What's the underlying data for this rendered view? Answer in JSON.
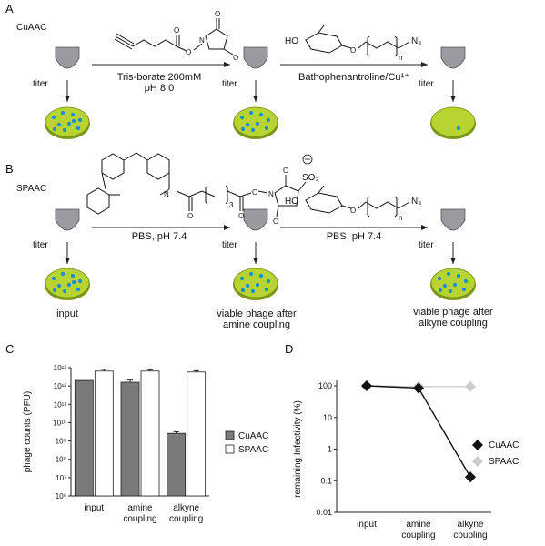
{
  "panels": {
    "A": {
      "letter": "A",
      "method": "CuAAC",
      "step1_reagent": "Tris-borate 200mM",
      "step1_ph": "pH 8.0",
      "step2_reagent": "Bathophenantroline/Cu¹⁺",
      "titer": "titer",
      "sugar_ho": "HO",
      "sugar_n": "n",
      "sugar_n3": "N₃",
      "nhs_o": "O",
      "nhs_n": "N"
    },
    "B": {
      "letter": "B",
      "method": "SPAAC",
      "step1_reagent": "PBS, pH 7.4",
      "step2_reagent": "PBS, pH 7.4",
      "titer": "titer",
      "caption_input": "input",
      "caption_amine_1": "viable phage after",
      "caption_amine_2": "amine coupling",
      "caption_alkyne_1": "viable phage after",
      "caption_alkyne_2": "alkyne coupling",
      "so3": "SO₃",
      "sub3": "3",
      "sugar_ho": "HO",
      "sugar_n": "n",
      "sugar_n3": "N₃",
      "o": "O",
      "n": "N"
    },
    "C": {
      "letter": "C"
    },
    "D": {
      "letter": "D"
    }
  },
  "colors": {
    "plate_fill": "#b8d432",
    "colony": "#1a8fd0",
    "tube": "#9a9aa0",
    "cuaac_bar": "#7a7a7a",
    "spaac_bar": "#ffffff",
    "cuaac_line": "#111111",
    "spaac_line": "#cccccc"
  },
  "chart_data": [
    {
      "type": "bar",
      "panel": "C",
      "categories": [
        "input",
        "amine\ncoupling",
        "alkyne\ncoupling"
      ],
      "category_lines": [
        [
          "input"
        ],
        [
          "amine",
          "coupling"
        ],
        [
          "alkyne",
          "coupling"
        ]
      ],
      "ylabel": "phage counts (PFU)",
      "log_scale": true,
      "ylim": [
        1000000,
        10000000000000
      ],
      "yticks": [
        "10⁶",
        "10⁷",
        "10⁸",
        "10⁹",
        "10¹⁰",
        "10¹¹",
        "10¹²",
        "10¹³"
      ],
      "series": [
        {
          "name": "CuAAC",
          "values": [
            2000000000000,
            1600000000000,
            2600000000
          ],
          "errors": [
            0,
            500000000000,
            600000000
          ]
        },
        {
          "name": "SPAAC",
          "values": [
            6500000000000,
            6500000000000,
            5800000000000
          ],
          "errors": [
            1500000000000,
            1200000000000,
            1000000000000
          ]
        }
      ],
      "legend": "right"
    },
    {
      "type": "line",
      "panel": "D",
      "categories": [
        "input",
        "amine\ncoupling",
        "alkyne\ncoupling"
      ],
      "category_lines": [
        [
          "input"
        ],
        [
          "amine",
          "coupling"
        ],
        [
          "alkyne",
          "coupling"
        ]
      ],
      "ylabel": "remaining Infectivity (%)",
      "log_scale": true,
      "ylim": [
        0.01,
        100
      ],
      "yticks": [
        "0.01",
        "0.1",
        "1",
        "10",
        "100"
      ],
      "series": [
        {
          "name": "CuAAC",
          "values": [
            100,
            85,
            0.13
          ]
        },
        {
          "name": "SPAAC",
          "values": [
            100,
            95,
            95
          ]
        }
      ],
      "legend": "right"
    }
  ]
}
